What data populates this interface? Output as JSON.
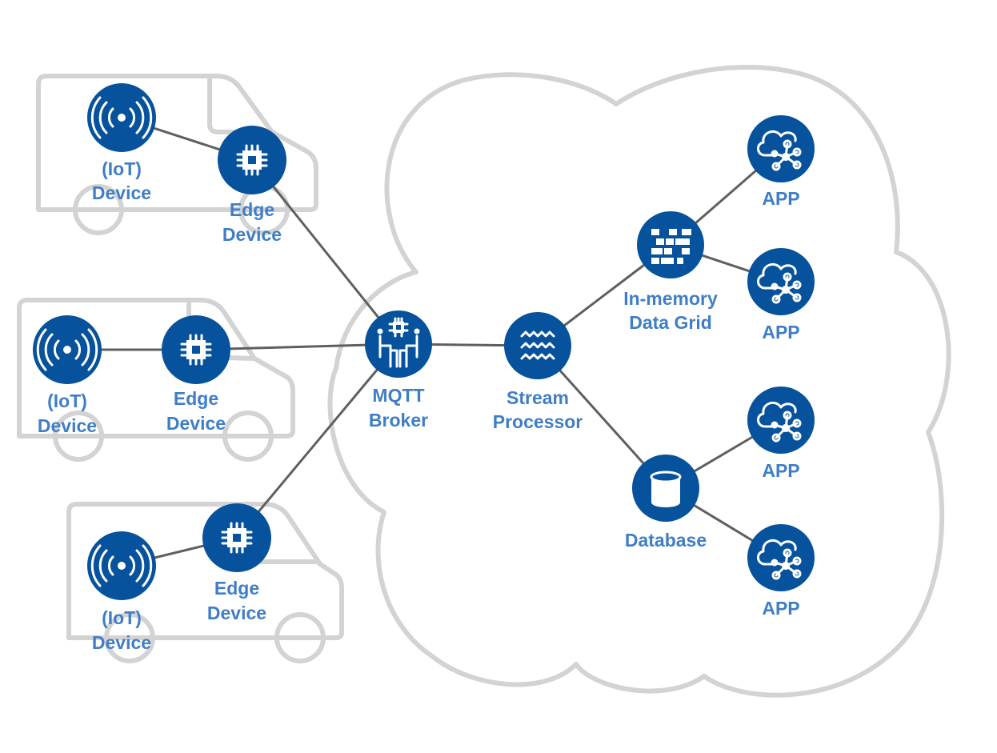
{
  "diagram": {
    "colors": {
      "node": "#06529c",
      "label": "#3f7ec6",
      "outline": "#d3d3d3",
      "link": "#5f5f5f"
    },
    "vans": [
      {
        "iot_label": [
          "(IoT)",
          "Device"
        ],
        "edge_label": [
          "Edge",
          "Device"
        ]
      },
      {
        "iot_label": [
          "(IoT)",
          "Device"
        ],
        "edge_label": [
          "Edge",
          "Device"
        ]
      },
      {
        "iot_label": [
          "(IoT)",
          "Device"
        ],
        "edge_label": [
          "Edge",
          "Device"
        ]
      }
    ],
    "broker": {
      "label": [
        "MQTT",
        "Broker"
      ],
      "icon": "broker-icon"
    },
    "stream": {
      "label": [
        "Stream",
        "Processor"
      ],
      "icon": "waves-icon"
    },
    "grid": {
      "label": [
        "In-memory",
        "Data Grid"
      ],
      "icon": "grid-icon"
    },
    "database": {
      "label": "Database",
      "icon": "cylinder-icon"
    },
    "apps": [
      {
        "label": "APP"
      },
      {
        "label": "APP"
      },
      {
        "label": "APP"
      },
      {
        "label": "APP"
      }
    ]
  }
}
